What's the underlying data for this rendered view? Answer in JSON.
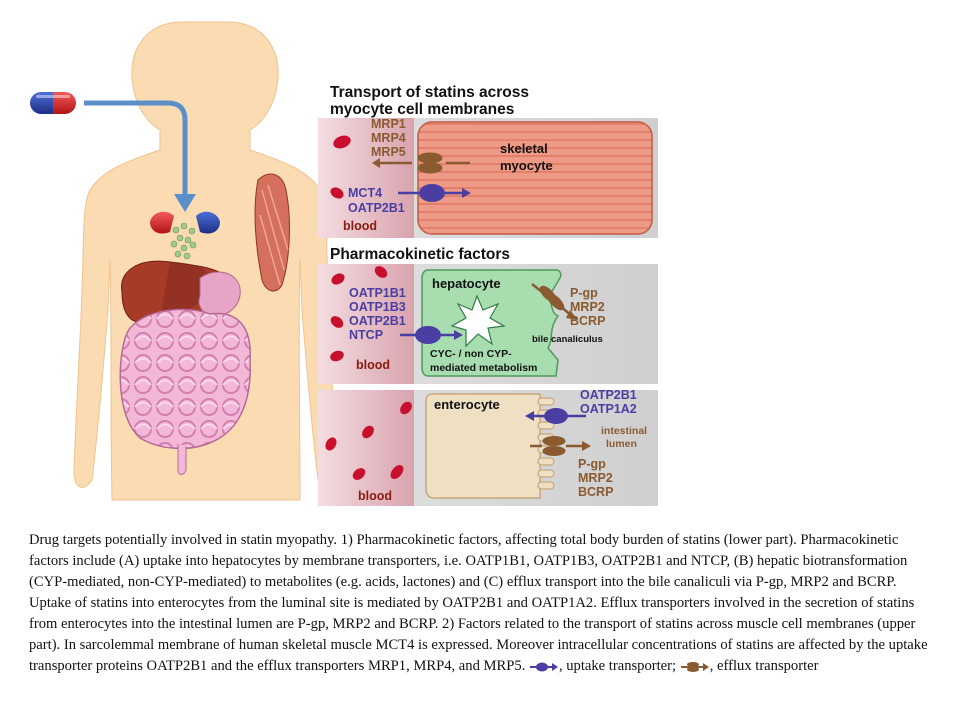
{
  "colors": {
    "panel_gray": "#d9d9d9",
    "blood_pink": "#e8c6cc",
    "rbc_red": "#c8102e",
    "myocyte": "#ee9a86",
    "hepatocyte_green": "#a8ddb0",
    "enterocyte_tan": "#efe0c4",
    "uptake_purple": "#4b3ea3",
    "efflux_brown": "#8a5a30",
    "arrow_blue": "#5b8fc9",
    "body_skin": "#f9dcb4"
  },
  "panels": {
    "myocyte": {
      "title_line1": "Transport of statins across",
      "title_line2": "myocyte cell membranes",
      "efflux_labels": [
        "MRP1",
        "MRP4",
        "MRP5"
      ],
      "uptake_labels": [
        "MCT4",
        "OATP2B1"
      ],
      "cell_label_line1": "skeletal",
      "cell_label_line2": "myocyte",
      "blood_label": "blood"
    },
    "hepatocyte": {
      "section_title": "Pharmacokinetic factors",
      "uptake_labels": [
        "OATP1B1",
        "OATP1B3",
        "OATP2B1",
        "NTCP"
      ],
      "cell_label": "hepatocyte",
      "efflux_labels": [
        "P-gp",
        "MRP2",
        "BCRP"
      ],
      "canaliculus_label": "bile canaliculus",
      "metabolism_line1": "CYC- / non CYP-",
      "metabolism_line2": "mediated metabolism",
      "blood_label": "blood"
    },
    "enterocyte": {
      "cell_label": "enterocyte",
      "uptake_labels": [
        "OATP2B1",
        "OATP1A2"
      ],
      "lumen_line1": "intestinal",
      "lumen_line2": "lumen",
      "efflux_labels": [
        "P-gp",
        "MRP2",
        "BCRP"
      ],
      "blood_label": "blood"
    }
  },
  "caption": {
    "text": "Drug targets potentially involved in statin myopathy. 1) Pharmacokinetic factors, affecting total body burden of statins (lower part). Pharmacokinetic factors include (A) uptake into hepatocytes by membrane transporters, i.e. OATP1B1, OATP1B3, OATP2B1 and NTCP, (B) hepatic biotransformation (CYP-mediated, non-CYP-mediated) to metabolites (e.g. acids, lactones) and (C) efflux transport into the bile canaliculi via P-gp, MRP2 and BCRP. Uptake of statins into enterocytes from the luminal site is mediated by OATP2B1 and OATP1A2. Efflux transporters involved in the secretion of statins from enterocytes into the intestinal lumen are P-gp, MRP2 and BCRP. 2) Factors related to the transport of statins across muscle cell membranes (upper part). In sarcolemmal membrane of human skeletal muscle MCT4 is expressed. Moreover intracellular concentrations of statins are affected by the uptake transporter proteins OATP2B1 and the efflux transporters MRP1, MRP4, and MRP5.",
    "uptake_legend": ", uptake transporter;",
    "efflux_legend": ", efflux transporter"
  }
}
